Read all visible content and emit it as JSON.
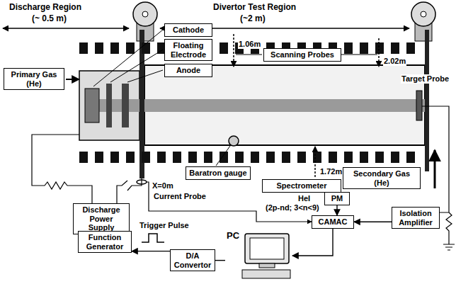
{
  "diagram": {
    "nodes": [
      {
        "text": [
          "Cathode"
        ]
      },
      {
        "text": [
          "Floating Electrode"
        ]
      },
      {
        "text": [
          "Anode"
        ]
      },
      {
        "text": [
          "Primary Gas (He)"
        ]
      },
      {
        "text": [
          "Scanning Probes"
        ]
      },
      {
        "text": [
          "Secondary Gas (He)"
        ]
      },
      {
        "text": [
          "Baratron gauge"
        ]
      },
      {
        "text": [
          "Discharge Power Supply"
        ]
      },
      {
        "text": [
          "Spectrometer"
        ]
      },
      {
        "text": [
          "PM"
        ]
      },
      {
        "text": [
          "Isolation Amplifier"
        ]
      },
      {
        "text": [
          "CAMAC"
        ]
      },
      {
        "text": [
          "Function Generator"
        ]
      },
      {
        "text": [
          "D/A Convertor"
        ]
      },
      {
        "text": [
          "PC"
        ]
      }
    ],
    "edges": [
      {
        "from": 12,
        "to": 7,
        "arrow": "none"
      },
      {
        "from": 13,
        "to": 12,
        "label": "Trigger Pulse",
        "arrow": "to"
      },
      {
        "from": 14,
        "to": 13,
        "arrow": "none"
      },
      {
        "from": 9,
        "to": 11,
        "arrow": "to"
      },
      {
        "from": 10,
        "to": 11,
        "arrow": "to"
      },
      {
        "from": 11,
        "to": 14,
        "arrow": "to"
      }
    ],
    "labels": [
      "Discharge Region",
      "(~ 0.5 m)",
      "Divertor Test Region",
      "(~2 m)",
      "1.06m",
      "2.02m",
      "Target Probe",
      "1.72m",
      "X=0m",
      "Current Probe",
      "HeI",
      "(2p-nd; 3<n<9)"
    ]
  }
}
